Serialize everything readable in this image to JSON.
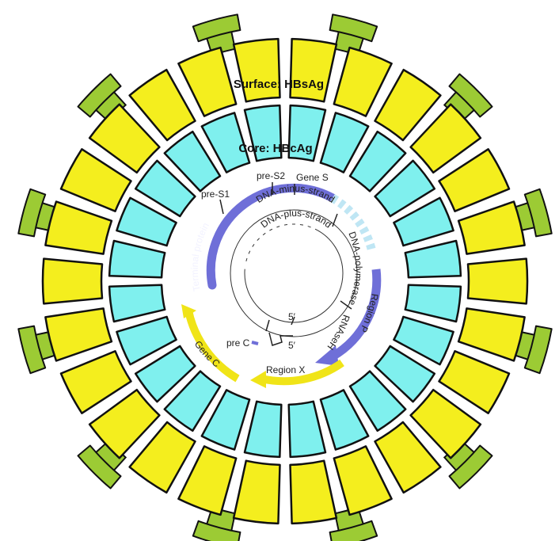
{
  "colors": {
    "surface_fill": "#f4ee1e",
    "core_fill": "#7ff0ee",
    "spike_fill": "#9ccb34",
    "outline": "#111111",
    "polymerase_arrow": "#6f6fd8",
    "gene_arrow": "#f0e418",
    "background": "#ffffff"
  },
  "labels": {
    "surface": "Surface: HBsAg",
    "core": "Core: HBcAg",
    "pre_s1": "pre-S1",
    "pre_s2": "pre-S2",
    "gene_s": "Gene S",
    "dna_minus": "DNA-minus-strand",
    "dna_plus": "DNA-plus-strand",
    "terminal_protein": "Terminal protein",
    "dna_polymerase": "DNA-polymerase",
    "rnase_h": "RNAseH",
    "region_p": "Region P",
    "region_x": "Region X",
    "gene_c": "Gene C",
    "pre_c": "pre C",
    "five_prime_top": "5′",
    "five_prime_bottom": "5′"
  },
  "structure": {
    "surface_segments": 26,
    "core_segments": 24,
    "spike_count": 12
  }
}
